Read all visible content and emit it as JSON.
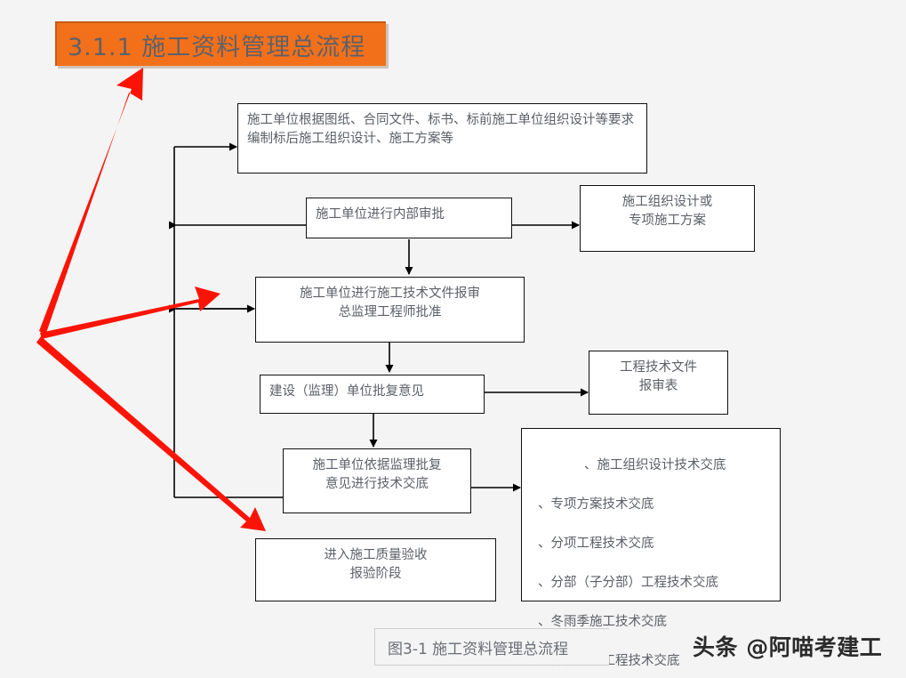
{
  "title": {
    "banner_text": "3.1.1 施工资料管理总流程",
    "banner_color": "#f3701b",
    "banner_text_color": "#5d6169"
  },
  "caption": {
    "text": "图3-1  施工资料管理总流程"
  },
  "watermark": {
    "text": "头条 @阿喵考建工"
  },
  "colors": {
    "background": "#f4f4f4",
    "node_border": "#111111",
    "node_fill": "#ffffff",
    "node_text": "#5b5f66",
    "connector": "#000000",
    "highlight_arrow": "#fb1405"
  },
  "flowchart": {
    "nodes": [
      {
        "id": "prepare-plan",
        "text": "施工单位根据图纸、合同文件、标书、标前施工单位组织设计等要求\n编制标后施工组织设计、施工方案等"
      },
      {
        "id": "internal-approval",
        "text": "施工单位进行内部审批"
      },
      {
        "id": "org-design-or-special-plan",
        "text": "施工组织设计或\n专项施工方案"
      },
      {
        "id": "tech-doc-submission",
        "text": "施工单位进行施工技术文件报审\n总监理工程师批准"
      },
      {
        "id": "owner-supervisor-reply",
        "text": "建设（监理）单位批复意见"
      },
      {
        "id": "tech-doc-review-form",
        "text": "工程技术文件\n报审表"
      },
      {
        "id": "tech-disclosure",
        "text": "施工单位依据监理批复\n意见进行技术交底"
      },
      {
        "id": "enter-acceptance",
        "text": "进入施工质量验收\n报验阶段"
      }
    ],
    "disclosure_list": {
      "first_item": "、施工组织设计技术交底",
      "items": [
        "、专项方案技术交底",
        "、分项工程技术交底",
        "、分部（子分部）工程技术交底",
        "、冬雨季施工技术交底",
        "、样板分项工程技术交底"
      ]
    }
  }
}
